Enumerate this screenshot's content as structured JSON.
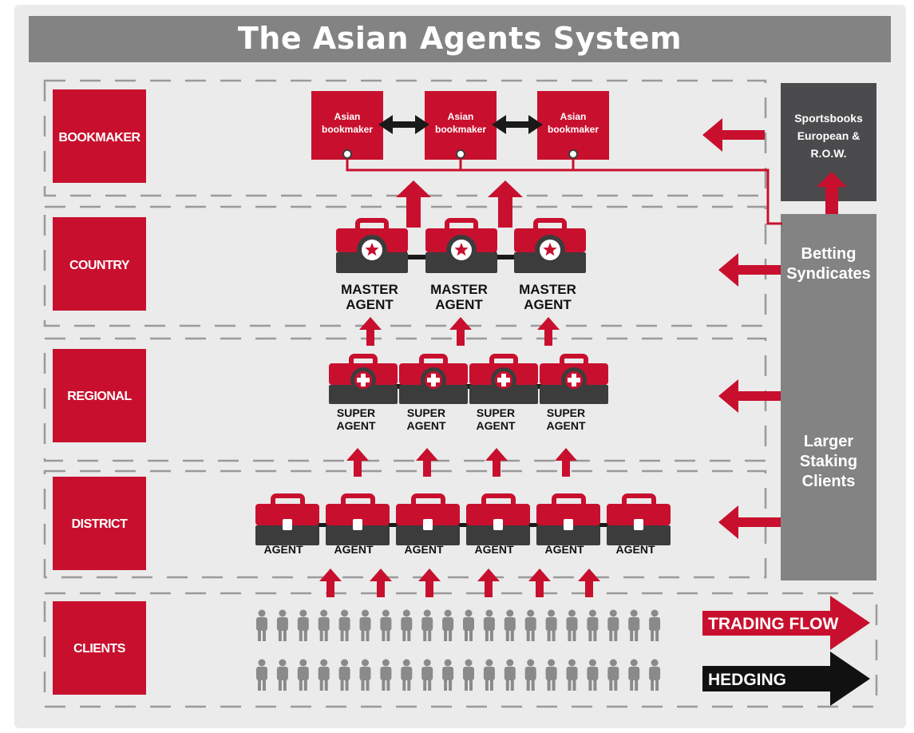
{
  "title": "The Asian Agents System",
  "levels": [
    "BOOKMAKER",
    "COUNTRY",
    "REGIONAL",
    "DISTRICT",
    "CLIENTS"
  ],
  "bookmakers": {
    "count": 3,
    "label_line1": "Asian",
    "label_line2": "bookmaker"
  },
  "master_agents": {
    "count": 3,
    "line1": "MASTER",
    "line2": "AGENT",
    "icon": "star-icon"
  },
  "super_agents": {
    "count": 4,
    "line1": "SUPER",
    "line2": "AGENT",
    "icon": "cross-icon"
  },
  "agents": {
    "count": 6,
    "label": "AGENT"
  },
  "clients": {
    "rows": 2,
    "per_row": 20,
    "icon": "person-icon"
  },
  "side": {
    "sportsbooks_lines": [
      "Sportsbooks",
      "European &",
      "R.O.W."
    ],
    "syndicates_lines": [
      "Betting",
      "Syndicates"
    ],
    "staking_lines": [
      "Larger",
      "Staking",
      "Clients"
    ]
  },
  "legend": {
    "trading_flow": "TRADING FLOW",
    "hedging": "HEDGING"
  },
  "colors": {
    "red": "#c8102e",
    "dark": "#3c3c3c",
    "grey_panel": "#838383",
    "dark_panel": "#4b4b4d",
    "person": "#8a8a8a",
    "background": "#ebebeb"
  }
}
